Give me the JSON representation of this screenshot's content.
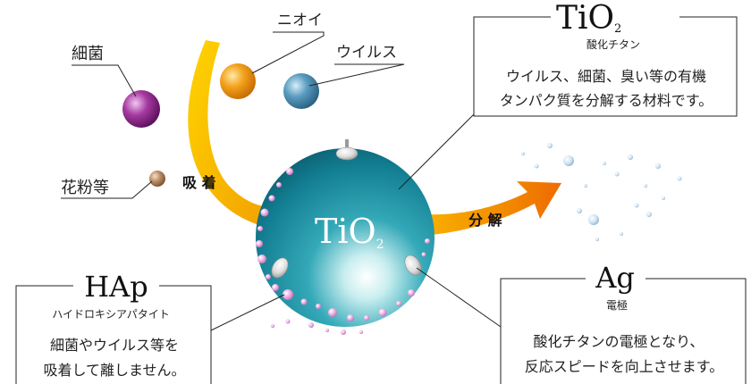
{
  "labels": {
    "bacteria": "細菌",
    "odor": "ニオイ",
    "virus": "ウイルス",
    "pollen": "花粉等",
    "adsorption": "吸 着",
    "decompose": "分 解"
  },
  "sphere": {
    "main": "TiO",
    "sub": "2"
  },
  "tio2_box": {
    "title_main": "TiO",
    "title_sub": "2",
    "subtitle": "酸化チタン",
    "line1": "ウイルス、細菌、臭い等の有機",
    "line2": "タンパク質を分解する材料です。"
  },
  "hap_box": {
    "title": "HAp",
    "subtitle": "ハイドロキシアパタイト",
    "line1": "細菌やウイルス等を",
    "line2": "吸着して離しません。"
  },
  "ag_box": {
    "title": "Ag",
    "subtitle": "電極",
    "line1": "酸化チタンの電極となり、",
    "line2": "反応スピードを向上させます。"
  },
  "colors": {
    "bacteria": "#7a1f7a",
    "odor": "#e8860f",
    "virus": "#3c82a6",
    "pollen": "#9a6a44",
    "sphere": "#1b8aa0",
    "arrow_yellow": "#f5b000",
    "arrow_orange": "#f07a00"
  }
}
